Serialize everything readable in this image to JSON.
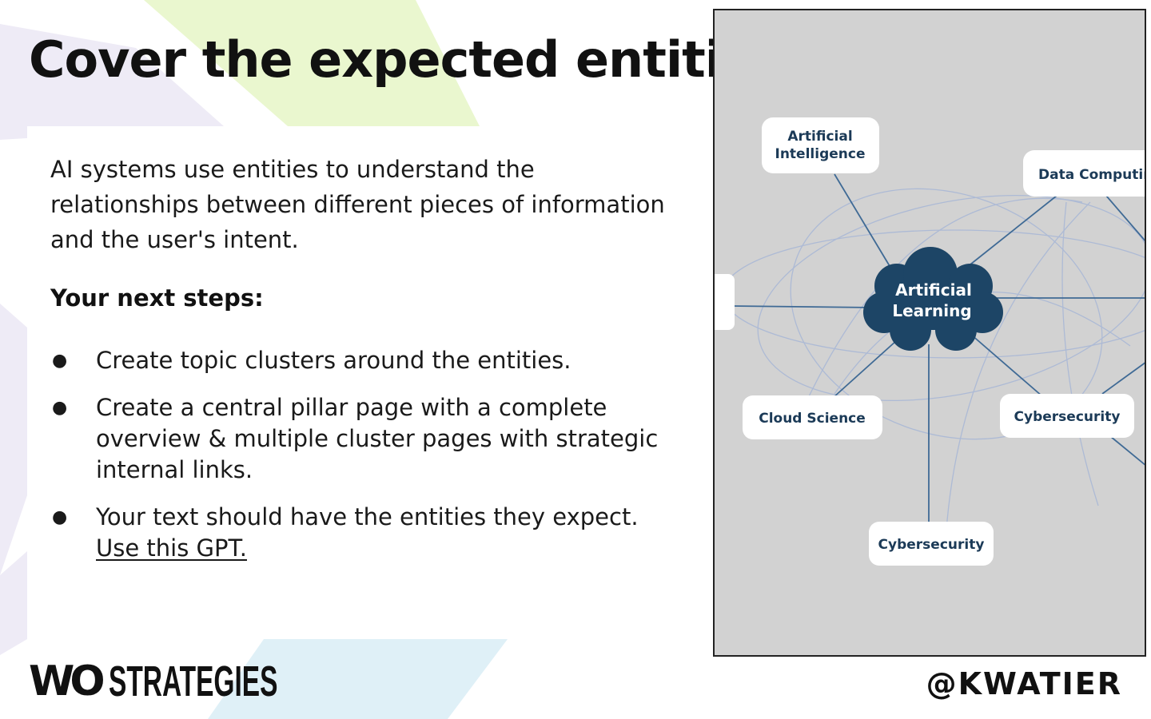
{
  "slide": {
    "title": "Cover the expected entities",
    "intro": "AI systems use entities to understand the relationships between different pieces of information and the user's intent.",
    "steps_heading": "Your next steps:",
    "bullet_symbol": "●",
    "steps": [
      {
        "text": "Create topic clusters around the entities."
      },
      {
        "text": "Create a central pillar page with a complete overview & multiple cluster pages with strategic internal links."
      },
      {
        "text": "Your text should have the entities they expect.",
        "link": "Use this GPT."
      }
    ]
  },
  "diagram": {
    "center": {
      "line1": "Artificial",
      "line2": "Learning"
    },
    "nodes": {
      "artificial_intelligence": {
        "line1": "Artificial",
        "line2": "Intelligence"
      },
      "data_computing": "Data Computing",
      "cloud_science": "Cloud Science",
      "cybersecurity_right": "Cybersecurity",
      "cybersecurity_bottom": "Cybersecurity"
    },
    "colors": {
      "background": "#d2d2d2",
      "center_fill": "#1d4566",
      "line": "#3f6a95",
      "node_text": "#1b3a57"
    }
  },
  "footer": {
    "logo_mark": "WO",
    "logo_text": "STRATEGIES",
    "handle": "@KWATIER"
  },
  "colors": {
    "green_accent": "#eaf7cf",
    "lavender_accent": "#eeebf6",
    "blue_accent": "#dff0f7"
  }
}
